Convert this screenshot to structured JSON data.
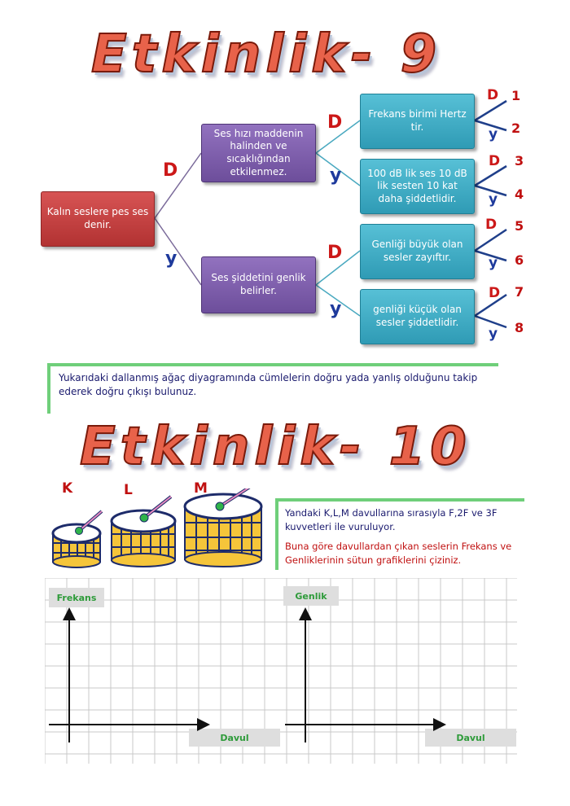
{
  "activity9": {
    "title": "Etkinlik- 9",
    "root": "Kalın seslere pes ses denir.",
    "level1": [
      "Ses hızı maddenin halinden ve sıcaklığından etkilenmez.",
      "Ses şiddetini genlik belirler."
    ],
    "level2": [
      "Frekans birimi Hertz tir.",
      "100 dB lik ses 10 dB lik sesten 10 kat daha şiddetlidir.",
      "Genliği büyük olan sesler zayıftır.",
      "genliği küçük olan sesler şiddetlidir."
    ],
    "true_label": "D",
    "false_label": "y",
    "outputs": [
      "1",
      "2",
      "3",
      "4",
      "5",
      "6",
      "7",
      "8"
    ],
    "instruction": "Yukarıdaki dallanmış ağaç diyagramında cümlelerin doğru yada yanlış olduğunu takip ederek doğru çıkışı bulunuz."
  },
  "activity10": {
    "title": "Etkinlik- 10",
    "drum_labels": [
      "K",
      "L",
      "M"
    ],
    "info_line1": "Yandaki K,L,M  davullarına sırasıyla F,2F ve 3F kuvvetleri ile vuruluyor.",
    "info_line2": "Buna göre davullardan çıkan seslerin Frekans ve Genliklerinin sütun grafiklerini çiziniz.",
    "graph1": {
      "ylabel": "Frekans",
      "xlabel": "Davul"
    },
    "graph2": {
      "ylabel": "Genlik",
      "xlabel": "Davul"
    }
  },
  "colors": {
    "root_box": "#c43c3c",
    "level1_box": "#7e5fae",
    "level2_box": "#3fadc6",
    "true_mark": "#cc1818",
    "false_mark": "#1e3a9c",
    "note_border": "#6fcf7a"
  }
}
